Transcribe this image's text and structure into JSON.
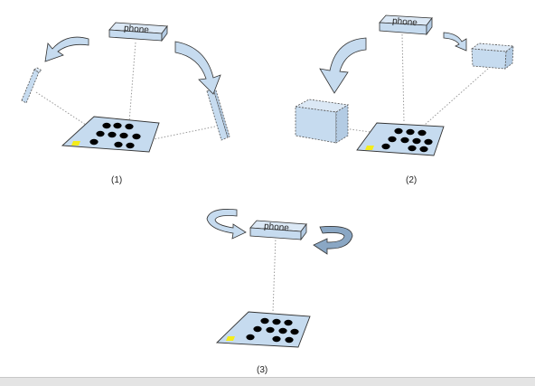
{
  "colors": {
    "face": "#c6dbef",
    "face_light": "#dbe8f5",
    "edge": "#333333",
    "hole": "#000000",
    "marker": "#f4ec1a",
    "dotted": "#9a9a9a",
    "page_bg": "#ffffff"
  },
  "panels": [
    {
      "caption": "(1)",
      "phone_label": "phone"
    },
    {
      "caption": "(2)",
      "phone_label": "phone"
    },
    {
      "caption": "(3)",
      "phone_label": "phone"
    }
  ]
}
